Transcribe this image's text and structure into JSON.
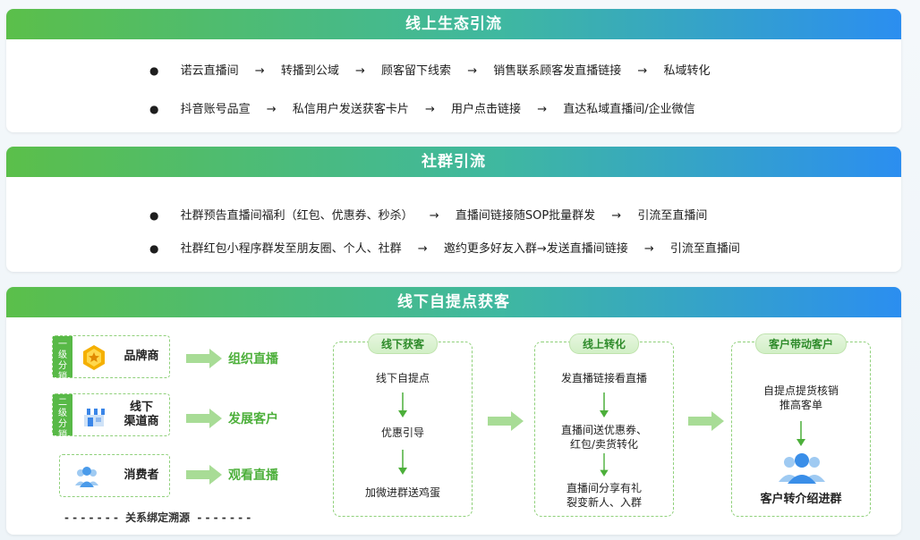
{
  "sections": {
    "online": {
      "title": "线上生态引流",
      "lines": [
        {
          "steps": [
            "诺云直播间",
            "转播到公域",
            "顾客留下线索",
            "销售联系顾客发直播链接",
            "私域转化"
          ]
        },
        {
          "steps": [
            "抖音账号品宣",
            "私信用户发送获客卡片",
            "用户点击链接",
            "直达私域直播间/企业微信"
          ]
        }
      ]
    },
    "community": {
      "title": "社群引流",
      "lines": [
        {
          "steps": [
            "社群预告直播间福利（红包、优惠券、秒杀）",
            "直播间链接随SOP批量群发",
            "引流至直播间"
          ]
        },
        {
          "steps": [
            "社群红包小程序群发至朋友圈、个人、社群",
            "邀约更多好友入群→发送直播间链接",
            "引流至直播间"
          ]
        }
      ]
    },
    "offline": {
      "title": "线下自提点获客",
      "distribution": [
        {
          "tag": "一级分销",
          "label": "品牌商",
          "action": "组织直播",
          "icon": "medal-icon"
        },
        {
          "tag": "二级分销",
          "label": "线下渠道商",
          "action": "发展客户",
          "icon": "store-icon"
        },
        {
          "tag": "",
          "label": "消费者",
          "action": "观看直播",
          "icon": "users-icon"
        }
      ],
      "trace_text": "关系绑定溯源",
      "stages": [
        {
          "title": "线下获客",
          "items": [
            "线下自提点",
            "优惠引导",
            "加微进群送鸡蛋"
          ]
        },
        {
          "title": "线上转化",
          "items": [
            "发直播链接看直播",
            "直播间送优惠券、红包/卖货转化",
            "直播间分享有礼裂变新人、入群"
          ]
        },
        {
          "title": "客户带动客户",
          "items": [
            "自提点提货核销推高客单",
            "客户转介绍进群"
          ]
        }
      ]
    }
  },
  "labels": {
    "bullet": "●",
    "arrow": "→",
    "dist1_line1": "线下",
    "dist1_line2": "渠道商",
    "s2_item2_l1": "直播间送优惠券、",
    "s2_item2_l2": "红包/卖货转化",
    "s2_item3_l1": "直播间分享有礼",
    "s2_item3_l2": "裂变新人、入群",
    "s3_item1_l1": "自提点提货核销",
    "s3_item1_l2": "推高客单",
    "tag0_a": "一",
    "tag0_b": "级",
    "tag0_c": "分",
    "tag0_d": "销",
    "tag1_a": "二",
    "tag1_b": "级",
    "tag1_c": "分",
    "tag1_d": "销",
    "trace_dashes": "- - - - - - -"
  },
  "colors": {
    "green": "#58b947",
    "accent_text": "#4caf3a",
    "arrow_green": "#8fd07a"
  }
}
